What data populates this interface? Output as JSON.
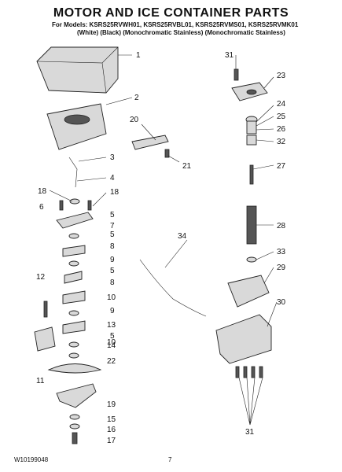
{
  "header": {
    "title": "MOTOR AND ICE CONTAINER PARTS",
    "models": "For Models: KSRS25RVWH01, KSRS25RVBL01, KSRS25RVMS01, KSRS25RVMK01",
    "finishes": "(White)          (Black)  (Monochromatic Stainless)  (Monochromatic Stainless)"
  },
  "callouts": [
    "1",
    "2",
    "3",
    "4",
    "5",
    "5",
    "5",
    "5",
    "6",
    "7",
    "8",
    "8",
    "9",
    "9",
    "10",
    "10",
    "11",
    "12",
    "13",
    "14",
    "15",
    "16",
    "17",
    "18",
    "18",
    "19",
    "20",
    "21",
    "22",
    "23",
    "24",
    "25",
    "26",
    "27",
    "28",
    "29",
    "30",
    "31",
    "31",
    "32",
    "33",
    "34"
  ],
  "footer": {
    "doc_number": "W10199048",
    "page_number": "7"
  }
}
